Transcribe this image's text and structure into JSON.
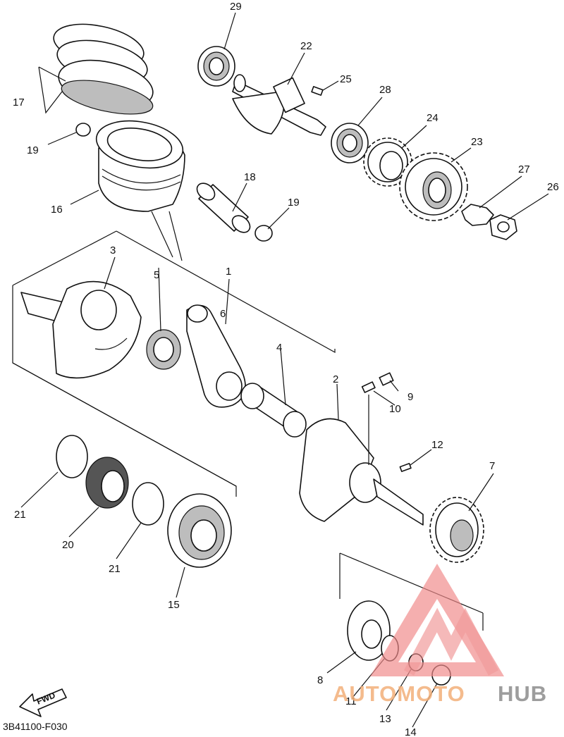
{
  "diagram": {
    "drawing_code": "3B41100-F030",
    "fwd_label": "FWD",
    "callouts": [
      "29",
      "22",
      "25",
      "28",
      "24",
      "23",
      "27",
      "26",
      "17",
      "19",
      "18",
      "19",
      "16",
      "3",
      "5",
      "1",
      "6",
      "4",
      "2",
      "9",
      "10",
      "12",
      "7",
      "21",
      "20",
      "21",
      "15",
      "8",
      "11",
      "13",
      "14"
    ]
  },
  "watermark": {
    "part1": "AUTOMOTO",
    "part2": "HUB",
    "colors": {
      "orange": "#f3b07a",
      "red": "#f08a8a",
      "grey": "#8c8c8c"
    }
  }
}
